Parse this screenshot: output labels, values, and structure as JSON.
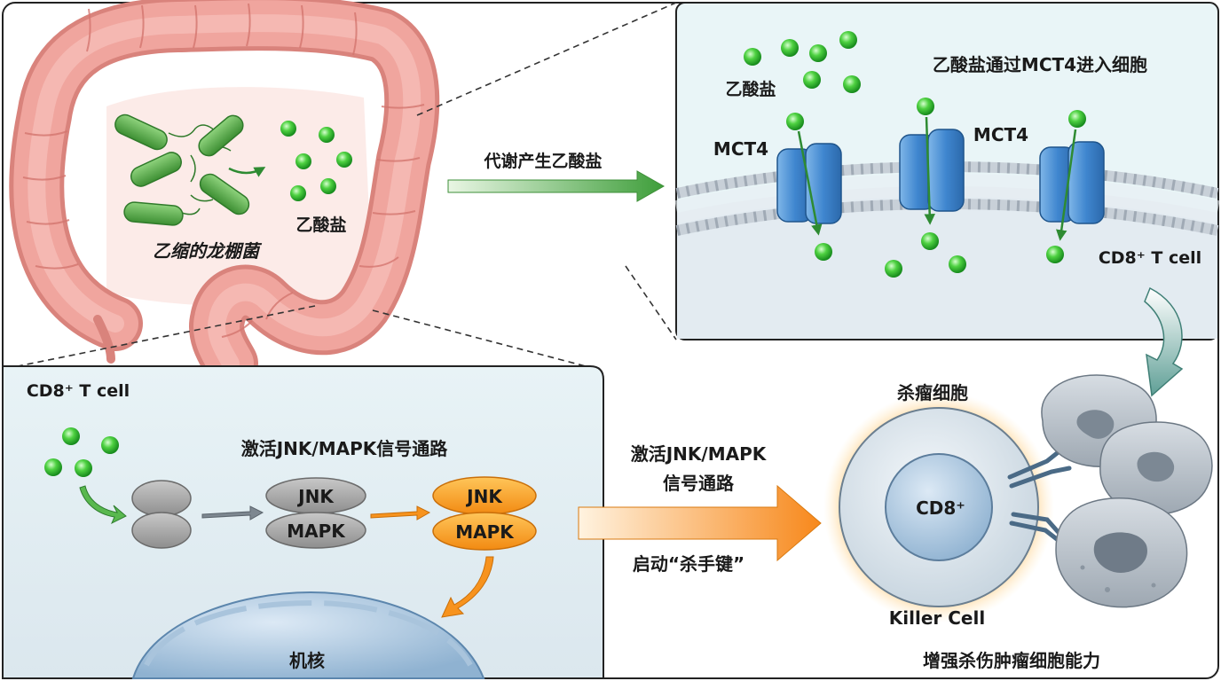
{
  "colon_panel": {
    "bacteria_label": "乙缩的龙棚菌",
    "acetate_label": "乙酸盐"
  },
  "metabolism_arrow": {
    "label": "代谢产生乙酸盐"
  },
  "membrane_panel": {
    "title": "乙酸盐通过MCT4进入细胞",
    "acetate_label": "乙酸盐",
    "mct4_label_left": "MCT4",
    "mct4_label_right": "MCT4",
    "cell_label": "CD8⁺ T cell"
  },
  "pathway_panel": {
    "cell_label": "CD8⁺ T cell",
    "title": "激活JNK/MAPK信号通路",
    "jnk_label": "JNK",
    "mapk_label": "MAPK",
    "jnk_active_label": "JNK",
    "mapk_active_label": "MAPK",
    "nucleus_label": "机核"
  },
  "activation_arrow": {
    "line1": "激活JNK/MAPK",
    "line2": "信号通路",
    "bottom": "启动“杀手键”"
  },
  "killer_panel": {
    "top_label": "杀瘤细胞",
    "core_label": "CD8⁺",
    "cell_label": "Killer Cell",
    "bottom_label": "增强杀伤肿瘤细胞能力"
  },
  "colors": {
    "green_arrow": "#4caf50",
    "orange_accent": "#f7931e",
    "membrane_blue": "#4a8fd0",
    "colon_pink": "#e9958e"
  }
}
